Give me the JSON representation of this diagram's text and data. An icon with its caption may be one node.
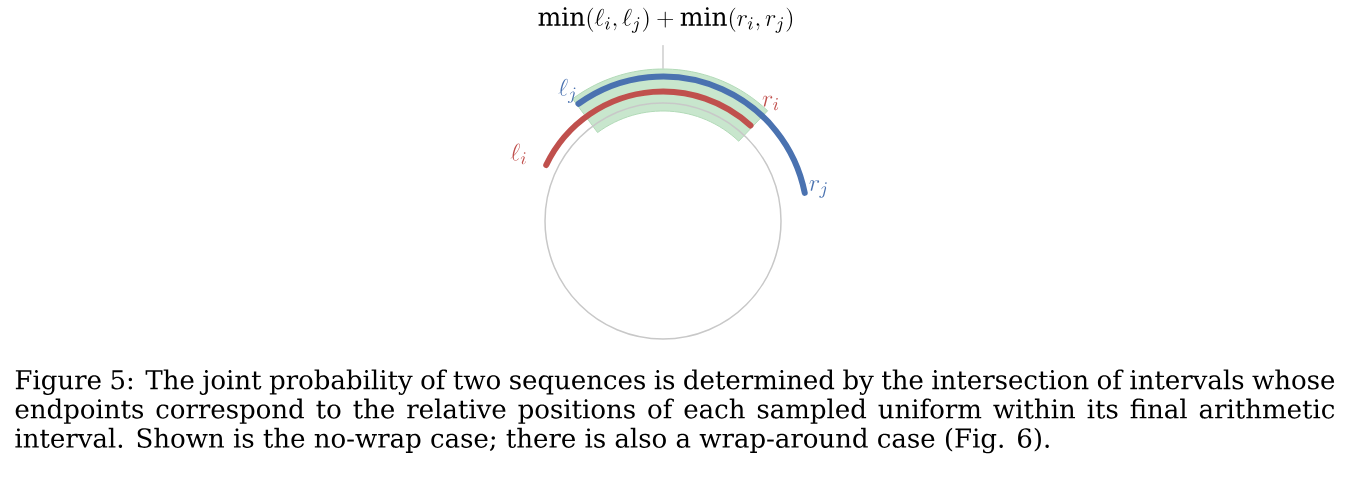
{
  "diagram": {
    "nodes": [
      {
        "text": [
          "\\min(\\ell_i,\\ell_j)+\\min(r_i,r_j)"
        ]
      },
      {
        "text": [],
        "shape": "band"
      }
    ],
    "edges": [
      {
        "from": 0,
        "to": 1,
        "arrow": "none"
      }
    ],
    "labels": [
      "\\ell_j",
      "r_i",
      "\\ell_i",
      "r_j"
    ],
    "caption": "Figure 5: The joint probability of two sequences is determined by the intersection of intervals whose endpoints correspond to the relative positions of each sampled uniform within its final arithmetic interval. Shown is the no-wrap case; there is also a wrap-around case (Fig. 6)."
  }
}
